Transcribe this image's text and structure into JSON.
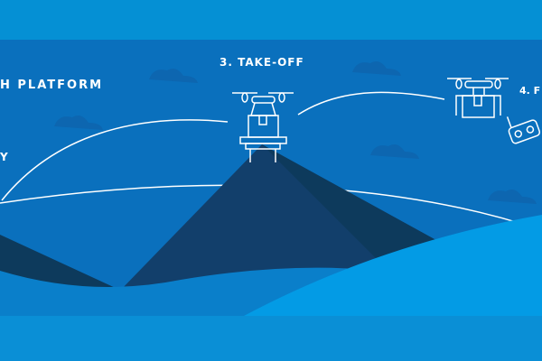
{
  "labels": {
    "platform": "H PLATFORM",
    "takeoff": "3. TAKE-OFF",
    "step4": "4. F",
    "left_fragment": "Y"
  },
  "icons": [
    "drone-icon",
    "package-icon",
    "launch-tower-icon",
    "remote-control-icon",
    "cloud-icon"
  ],
  "colors": {
    "top_band": "#0590d4",
    "sky": "#0a70bd",
    "mountain_dark": "#0d3a5c",
    "mountain_mid": "#123f6b",
    "hill_light": "#039be5",
    "hill_mid": "#0a7fca",
    "bottom_band": "#0a8fd6",
    "line": "#ffffff"
  }
}
